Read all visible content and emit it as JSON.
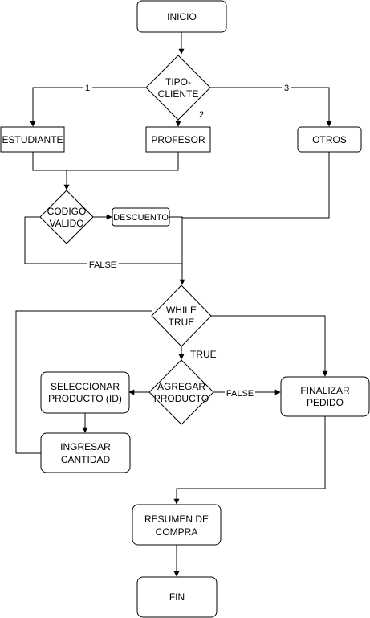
{
  "nodes": {
    "inicio": "INICIO",
    "tipo_cliente": [
      "TIPO-",
      "CLIENTE"
    ],
    "estudiante": "ESTUDIANTE",
    "profesor": "PROFESOR",
    "otros": "OTROS",
    "codigo_valido": [
      "CODIGO",
      "VALIDO"
    ],
    "descuento": "DESCUENTO",
    "while_true": [
      "WHILE",
      "TRUE"
    ],
    "agregar_producto": [
      "AGREGAR",
      "PRODUCTO"
    ],
    "seleccionar_producto": [
      "SELECCIONAR",
      "PRODUCTO (ID)"
    ],
    "ingresar_cantidad": [
      "INGRESAR",
      "CANTIDAD"
    ],
    "finalizar_pedido": [
      "FINALIZAR",
      "PEDIDO"
    ],
    "resumen_compra": [
      "RESUMEN DE",
      "COMPRA"
    ],
    "fin": "FIN"
  },
  "edge_labels": {
    "opt1": "1",
    "opt2": "2",
    "opt3": "3",
    "false_codigo": "FALSE",
    "true_while": "TRUE",
    "false_agregar": "FALSE"
  }
}
